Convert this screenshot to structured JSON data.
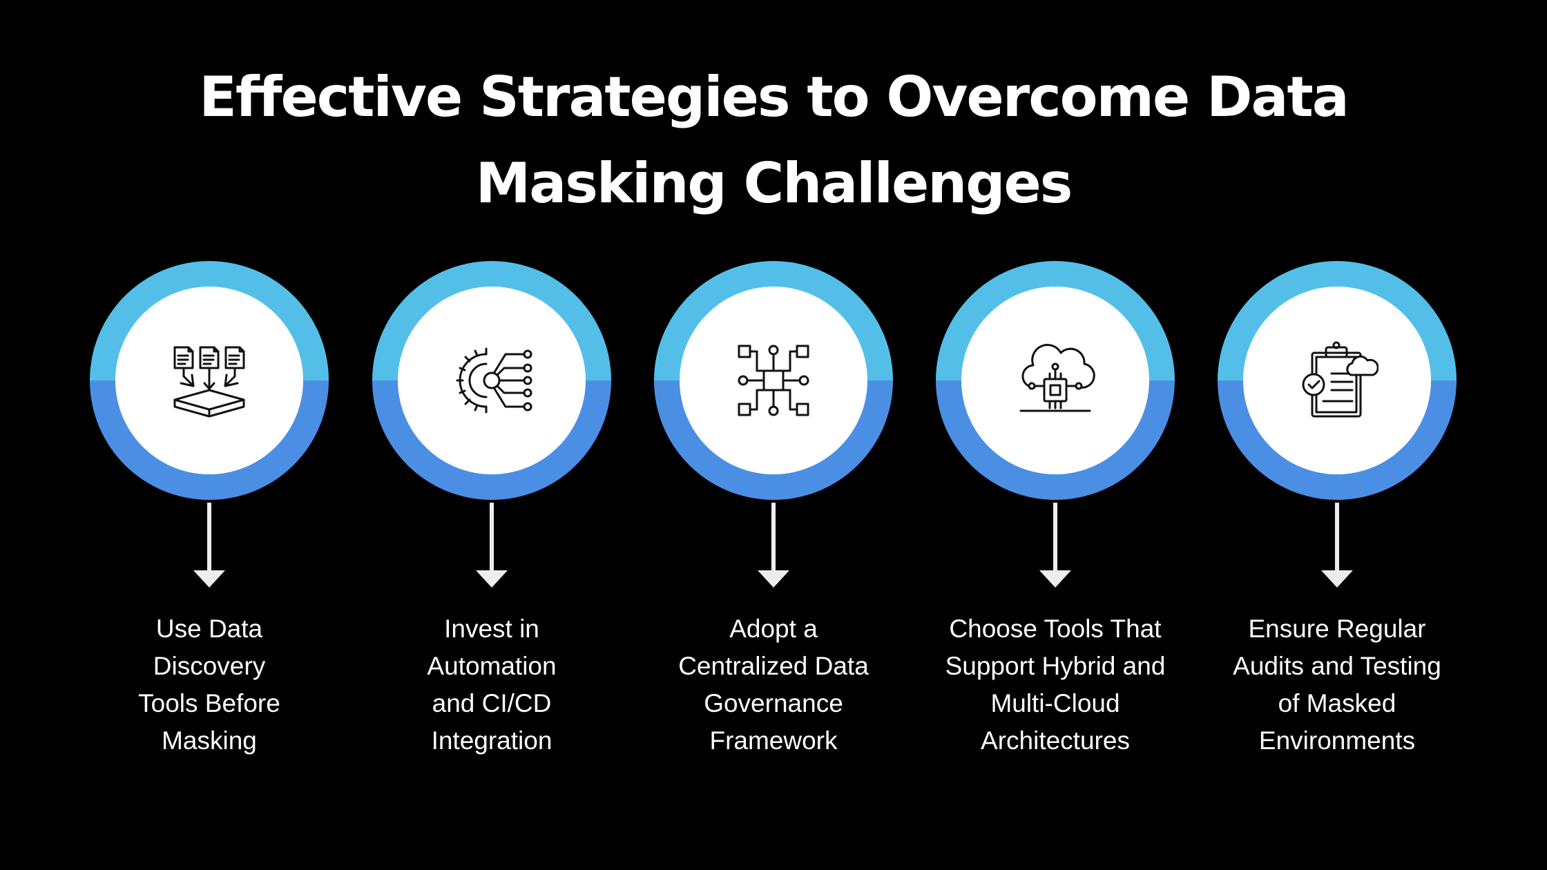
{
  "title": {
    "line1": "Effective Strategies to Overcome Data",
    "line2": "Masking Challenges"
  },
  "colors": {
    "background": "#000000",
    "ring_top": "#53bfe9",
    "ring_bottom": "#4a8fe3",
    "arrow": "#ededed",
    "text": "#ffffff"
  },
  "steps": [
    {
      "icon": "documents-to-database-icon",
      "lines": [
        "Use Data",
        "Discovery",
        "Tools Before",
        "Masking"
      ]
    },
    {
      "icon": "gear-circuit-automation-icon",
      "lines": [
        "Invest in",
        "Automation",
        "and CI/CD",
        "Integration"
      ]
    },
    {
      "icon": "centralized-network-chip-icon",
      "lines": [
        "Adopt a",
        "Centralized Data",
        "Governance",
        "Framework"
      ]
    },
    {
      "icon": "cloud-chip-icon",
      "lines": [
        "Choose Tools That",
        "Support Hybrid and",
        "Multi-Cloud",
        "Architectures"
      ]
    },
    {
      "icon": "clipboard-audit-check-icon",
      "lines": [
        "Ensure Regular",
        "Audits and Testing",
        "of Masked",
        "Environments"
      ]
    }
  ]
}
